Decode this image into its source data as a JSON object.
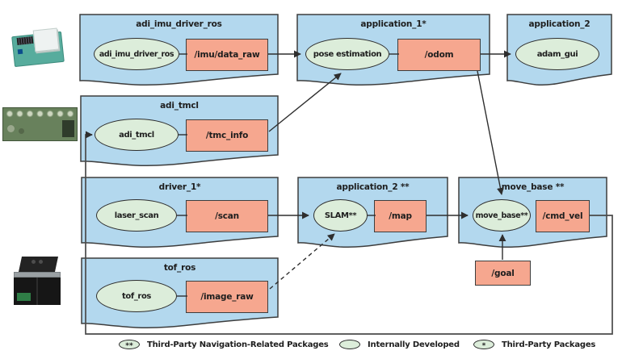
{
  "colors": {
    "background": "#ffffff",
    "package_fill": "#b3d8ee",
    "package_border": "#3d3d3d",
    "node_fill": "#dcedda",
    "node_border": "#2e2e2e",
    "topic_fill": "#f6a78f",
    "topic_border": "#3d3d3d",
    "line": "#2e2e2e",
    "loop_line": "#4a4a4a"
  },
  "packages": [
    "adi_imu_driver_ros",
    "application_1*",
    "application_2",
    "adi_tmcl",
    "driver_1*",
    "application_2 **",
    "move_base **",
    "tof_ros"
  ],
  "nodes": [
    "adi_imu_driver_ros",
    "pose estimation",
    "adam_gui",
    "adi_tmcl",
    "laser_scan",
    "SLAM**",
    "move_base**",
    "tof_ros"
  ],
  "topics": [
    "/imu/data_raw",
    "/odom",
    "/tmc_info",
    "/scan",
    "/map",
    "/cmd_vel",
    "/image_raw",
    "/goal"
  ],
  "legend": [
    {
      "symbol": "**",
      "label": "Third-Party Navigation-Related Packages"
    },
    {
      "symbol": "",
      "label": "Internally Developed"
    },
    {
      "symbol": "*",
      "label": "Third-Party Packages"
    }
  ],
  "hardware_icons": [
    "imu-sensor-board",
    "motor-controller-board",
    "tof-camera-module"
  ],
  "connections": [
    {
      "from": "adi_imu_driver_ros",
      "to": "/imu/data_raw",
      "style": "solid",
      "arrow": false
    },
    {
      "from": "/imu/data_raw",
      "to": "pose estimation",
      "style": "solid",
      "arrow": true
    },
    {
      "from": "pose estimation",
      "to": "/odom",
      "style": "solid",
      "arrow": false
    },
    {
      "from": "/odom",
      "to": "adam_gui",
      "style": "solid",
      "arrow": true
    },
    {
      "from": "/odom",
      "to": "move_base**",
      "style": "solid",
      "arrow": true
    },
    {
      "from": "adi_tmcl",
      "to": "/tmc_info",
      "style": "solid",
      "arrow": false
    },
    {
      "from": "/tmc_info",
      "to": "pose estimation",
      "style": "solid",
      "arrow": true
    },
    {
      "from": "/cmd_vel",
      "to": "adi_tmcl",
      "style": "solid",
      "arrow": true
    },
    {
      "from": "laser_scan",
      "to": "/scan",
      "style": "solid",
      "arrow": false
    },
    {
      "from": "/scan",
      "to": "SLAM**",
      "style": "solid",
      "arrow": true
    },
    {
      "from": "SLAM**",
      "to": "/map",
      "style": "solid",
      "arrow": false
    },
    {
      "from": "/map",
      "to": "move_base**",
      "style": "solid",
      "arrow": true
    },
    {
      "from": "move_base**",
      "to": "/cmd_vel",
      "style": "solid",
      "arrow": false
    },
    {
      "from": "tof_ros",
      "to": "/image_raw",
      "style": "solid",
      "arrow": false
    },
    {
      "from": "/image_raw",
      "to": "SLAM**",
      "style": "dashed",
      "arrow": true
    },
    {
      "from": "/goal",
      "to": "move_base**",
      "style": "solid",
      "arrow": true
    }
  ]
}
